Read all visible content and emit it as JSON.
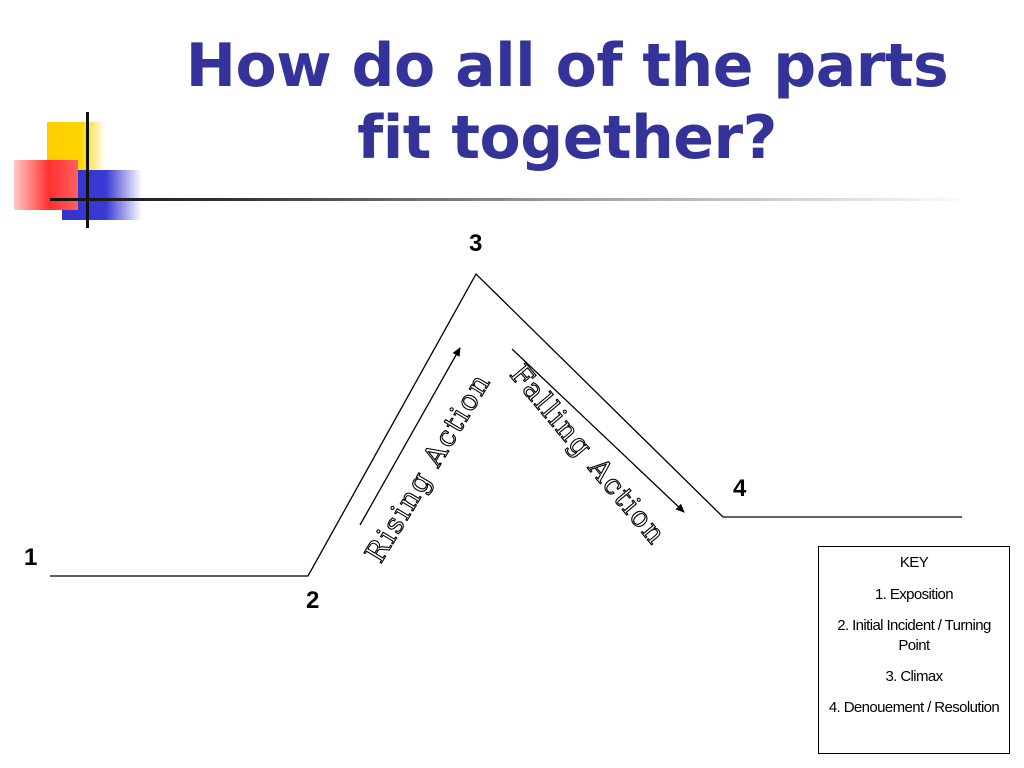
{
  "title": {
    "line1": "How do all of the parts",
    "line2": "fit together?"
  },
  "colors": {
    "title": "#333399",
    "accent_yellow": "#ffcc00",
    "accent_blue": "#3333cc",
    "accent_red": "#ff3030"
  },
  "diagram": {
    "markers": {
      "m1": "1",
      "m2": "2",
      "m3": "3",
      "m4": "4"
    },
    "rising_label": "Rising Action",
    "falling_label": "Falling Action"
  },
  "key": {
    "title": "KEY",
    "items": [
      "1. Exposition",
      "2. Initial Incident / Turning Point",
      "3. Climax",
      "4. Denouement / Resolution"
    ]
  }
}
